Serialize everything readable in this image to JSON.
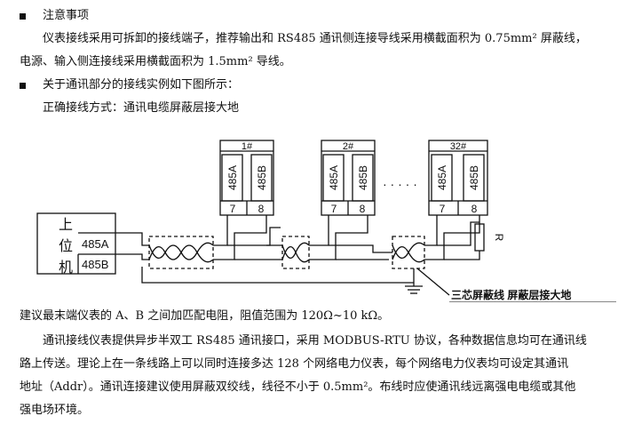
{
  "section1": {
    "heading": "注意事项",
    "para_l1": "仪表接线采用可拆卸的接线端子，推荐输出和 RS485 通讯侧连接导线采用横截面积为 0.75mm² 屏蔽线，",
    "para_l2": "电源、输入侧连接线采用横截面积为 1.5mm² 导线。"
  },
  "section2": {
    "heading": "关于通讯部分的接线实例如下图所示：",
    "subheading": "正确接线方式：通讯电缆屏蔽层接大地"
  },
  "diagram": {
    "host": {
      "chars": [
        "上",
        "位",
        "机"
      ],
      "port_a": "485A",
      "port_b": "485B"
    },
    "meters": [
      {
        "id": "1#",
        "a": "485A",
        "b": "485B",
        "ta": "7",
        "tb": "8"
      },
      {
        "id": "2#",
        "a": "485A",
        "b": "485B",
        "ta": "7",
        "tb": "8"
      },
      {
        "id": "32#",
        "a": "485A",
        "b": "485B",
        "ta": "7",
        "tb": "8"
      }
    ],
    "ellipsis": "· · · · ·",
    "resistor_label": "R",
    "callout": "三芯屏蔽线 屏蔽层接大地"
  },
  "notes": {
    "resistor_note": "建议最末端仪表的 A、B 之间加匹配电阻，阻值范围为 120Ω~10 kΩ。",
    "para_l1": "通讯接线仪表提供异步半双工 RS485 通讯接口，采用 MODBUS-RTU 协议，各种数据信息均可在通讯线",
    "para_l2": "路上传送。理论上在一条线路上可以同时连接多达 128 个网络电力仪表，每个网络电力仪表均可设定其通讯",
    "para_l3": "地址（Addr）。通讯连接建议使用屏蔽双绞线，线径不小于 0.5mm²。布线时应使通讯线远离强电电缆或其他",
    "para_l4": "强电场环境。"
  }
}
